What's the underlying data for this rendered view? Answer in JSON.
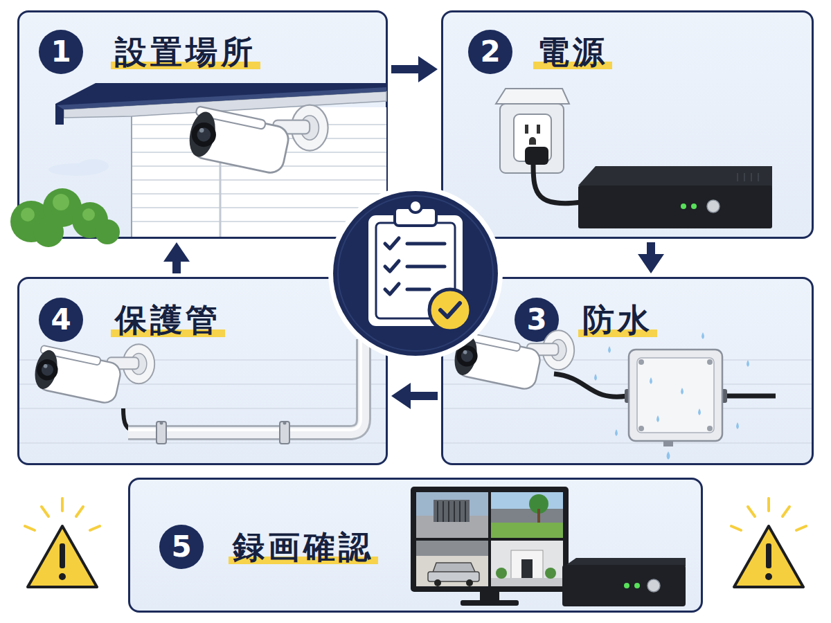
{
  "diagram": {
    "nodes": [
      {
        "text": [
          "1",
          "設置場所"
        ]
      },
      {
        "text": [
          "2",
          "電源"
        ]
      },
      {
        "text": [
          "4",
          "保護管"
        ]
      },
      {
        "text": [
          "3",
          "防水"
        ]
      },
      {
        "text": [
          "5",
          "録画確認"
        ]
      }
    ],
    "edges": [
      {
        "from": 0,
        "to": 1,
        "arrow": "to"
      },
      {
        "from": 1,
        "to": 3,
        "arrow": "to"
      },
      {
        "from": 3,
        "to": 2,
        "arrow": "to"
      },
      {
        "from": 2,
        "to": 0,
        "arrow": "to"
      }
    ]
  }
}
